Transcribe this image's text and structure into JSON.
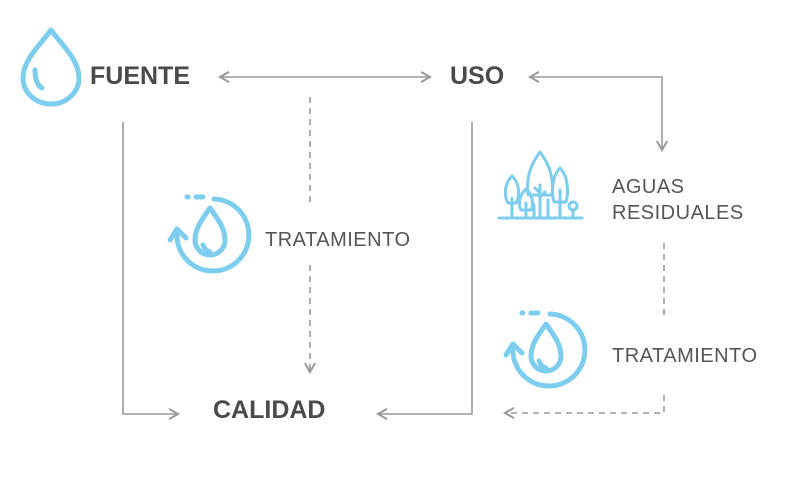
{
  "nodes": {
    "fuente": "FUENTE",
    "uso": "USO",
    "calidad": "CALIDAD",
    "tratamiento_left": "TRATAMIENTO",
    "aguas_line1": "AGUAS",
    "aguas_line2": "RESIDUALES",
    "tratamiento_right": "TRATAMIENTO"
  },
  "icons": [
    "water-drop-icon",
    "water-recycle-icon",
    "trees-icon",
    "water-recycle-icon"
  ],
  "colors": {
    "icon": "#7dcdef",
    "line": "#9a9a9a",
    "text": "#4a4a4a"
  }
}
